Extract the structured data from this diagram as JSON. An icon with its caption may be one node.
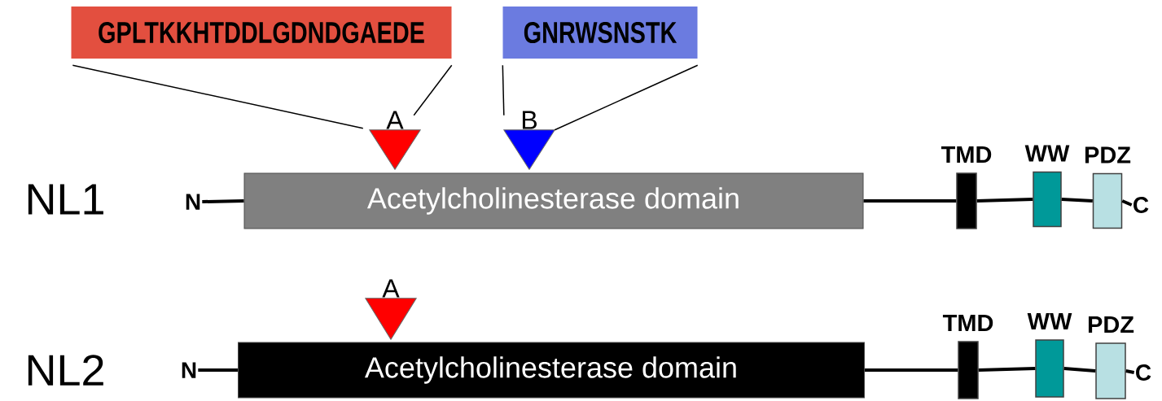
{
  "diagram": {
    "nodes": [
      {
        "text": [
          "GPLTKKHTDDLGDNDGAEDE"
        ]
      },
      {
        "text": [
          "GNRWSNSTK"
        ]
      },
      {
        "text": [
          "A"
        ]
      },
      {
        "text": [
          "B"
        ]
      },
      {
        "text": [
          "N"
        ]
      },
      {
        "text": [
          "Acetylcholinesterase domain"
        ]
      },
      {
        "text": [
          "TMD"
        ]
      },
      {
        "text": [
          "WW"
        ]
      },
      {
        "text": [
          "PDZ"
        ]
      },
      {
        "text": [
          "C"
        ]
      },
      {
        "text": [
          "A"
        ]
      },
      {
        "text": [
          "N"
        ]
      },
      {
        "text": [
          "Acetylcholinesterase domain"
        ]
      },
      {
        "text": [
          "TMD"
        ]
      },
      {
        "text": [
          "WW"
        ]
      },
      {
        "text": [
          "PDZ"
        ]
      },
      {
        "text": [
          "C"
        ]
      }
    ],
    "edges": [
      {
        "from": 0,
        "to": 2,
        "arrow": "none"
      },
      {
        "from": 0,
        "to": 2,
        "arrow": "none"
      },
      {
        "from": 1,
        "to": 3,
        "arrow": "none"
      },
      {
        "from": 1,
        "to": 3,
        "arrow": "none"
      },
      {
        "from": 4,
        "to": 5,
        "arrow": "none"
      },
      {
        "from": 5,
        "to": 6,
        "arrow": "none"
      },
      {
        "from": 6,
        "to": 7,
        "arrow": "none"
      },
      {
        "from": 7,
        "to": 8,
        "arrow": "none"
      },
      {
        "from": 8,
        "to": 9,
        "arrow": "none"
      },
      {
        "from": 11,
        "to": 12,
        "arrow": "none"
      },
      {
        "from": 12,
        "to": 13,
        "arrow": "none"
      },
      {
        "from": 13,
        "to": 14,
        "arrow": "none"
      },
      {
        "from": 14,
        "to": 15,
        "arrow": "none"
      },
      {
        "from": 15,
        "to": 16,
        "arrow": "none"
      }
    ],
    "labels": [
      "NL1",
      "NL2"
    ]
  }
}
